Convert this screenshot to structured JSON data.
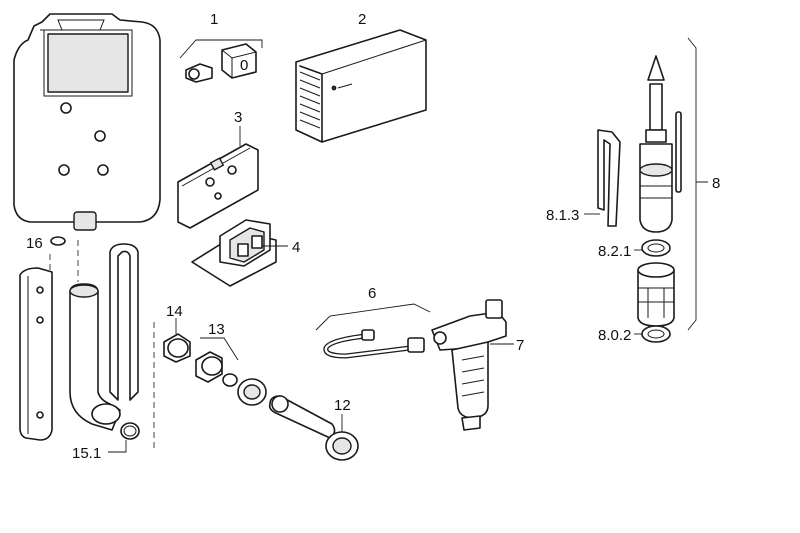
{
  "labels": {
    "l1": "1",
    "l2": "2",
    "l3": "3",
    "l4": "4",
    "l6": "6",
    "l7": "7",
    "l8": "8",
    "l813": "8.1.3",
    "l821": "8.2.1",
    "l802": "8.0.2",
    "l12": "12",
    "l13": "13",
    "l14": "14",
    "l151": "15.1",
    "l16": "16"
  },
  "button_glyph": "0"
}
